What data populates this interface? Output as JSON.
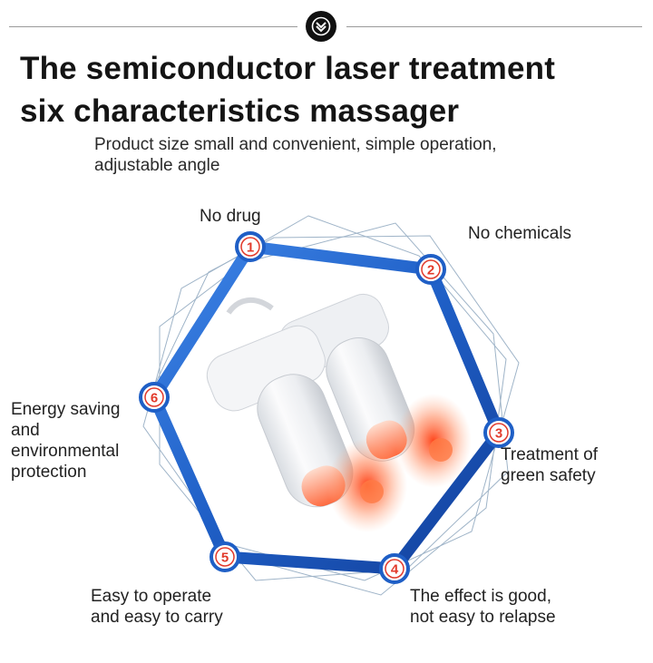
{
  "title_lines": [
    "The semiconductor laser treatment",
    "six characteristics massager"
  ],
  "subtitle_lines": [
    "Product size small and convenient, simple operation,",
    "adjustable angle"
  ],
  "features": [
    {
      "num": "1",
      "lines": [
        "No drug"
      ]
    },
    {
      "num": "2",
      "lines": [
        "No chemicals"
      ]
    },
    {
      "num": "3",
      "lines": [
        "Treatment of",
        "green safety"
      ]
    },
    {
      "num": "4",
      "lines": [
        "The effect is good,",
        "not easy to relapse"
      ]
    },
    {
      "num": "5",
      "lines": [
        "Easy to operate",
        "and easy to carry"
      ]
    },
    {
      "num": "6",
      "lines": [
        "Energy saving",
        "and",
        "environmental",
        "protection"
      ]
    }
  ],
  "icons": {
    "header_badge": "chevron-down-icon"
  },
  "colors": {
    "hexagon_blue": "#1f62c9",
    "marker_red": "#e23a2b",
    "title": "#141414",
    "laser_glow": "#ff6a3a"
  }
}
